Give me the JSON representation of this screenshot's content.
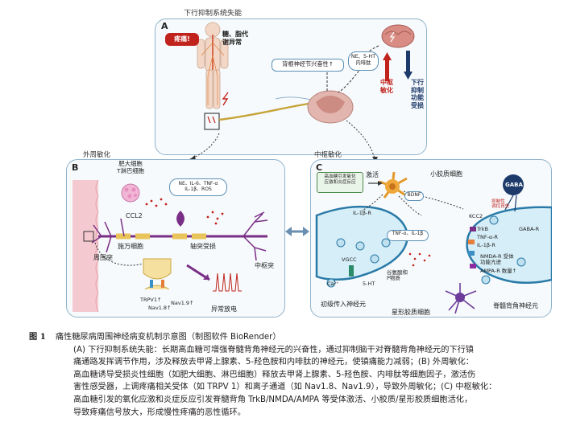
{
  "figure": {
    "top_title": "下行抑制系统失能",
    "panel_a": {
      "letter": "A",
      "pain_badge": "疼痛!",
      "metabolic_box": "糖、脂代\n谢异常",
      "drg_box": "背根神经节兴奋性↑",
      "ne_box": "NE、5-HT\n内啡肽",
      "central_sens_label": "中枢\n敏化",
      "descending_label": "下行\n抑制\n功能\n受损"
    },
    "section_peripheral": "外周敏化",
    "section_central": "中枢敏化",
    "panel_b": {
      "letter": "B",
      "mast_cell_label": "肥大细胞\nT淋巴细胞",
      "mediator_box": "NE、IL-6、TNF-α\nIL-1β、ROS",
      "ccl2_label": "CCL2",
      "schwann_label": "施万细胞",
      "periph_process_label": "周围突",
      "axon_damage_label": "轴突受损",
      "central_process_label": "中枢突",
      "trpv1_label": "TRPV1↑",
      "nav18_label": "Nav1.8↑",
      "nav19_label": "Nav1.9↑",
      "abnormal_discharge_label": "异常放电"
    },
    "panel_c": {
      "letter": "C",
      "stimulus_box": "高血糖引发氧化\n应激和炎症反应",
      "activation_label": "激活",
      "microglia_label": "小胶质细胞",
      "gaba_label": "GABA",
      "bdnf_label": "BDNF",
      "il1r_label": "IL-1β-R",
      "cytokine_label": "TNF-α、IL-1β",
      "kcc2_label": "KCC2",
      "trkb_label": "TrkB",
      "tnfr_label": "TNF-α-R",
      "il1r2_label": "IL-1β-R",
      "inhib_note": "抑制性\n调控丧失",
      "gaba_r_label": "GABA-R",
      "nmda_label": "NMDA-R 受体\n功能亢进",
      "ampa_label": "AMPA-R 数量↑",
      "vgcc_label": "VGCC",
      "release_label": "谷氨酸和\nP物质",
      "ht_label": "5-HT",
      "ca_label": "Ca²⁺",
      "primary_neuron_label": "初级传入神经元",
      "astrocyte_label": "星形胶质细胞",
      "dorsal_horn_label": "脊髓背角神经元"
    }
  },
  "caption": {
    "fig_number": "图 1",
    "title": "痛性糖尿病周围神经病变机制示意图（制图软件 BioRender）",
    "lines": [
      "(A) 下行抑制系统失能：长期高血糖可增强脊髓背角神经元的兴奋性，通过抑制脑干对脊髓背角神经元的下行镇",
      "痛通路发挥调节作用，涉及释放去甲肾上腺素、5-羟色胺和内啡肽的神经元，使镇痛能力减弱；(B) 外周敏化：",
      "高血糖诱导受损炎性细胞（如肥大细胞、淋巴细胞）释放去甲肾上腺素、5-羟色胺、内啡肽等细胞因子，激活伤",
      "害性感受器，上调疼痛相关受体（如 TRPV 1）和离子通道（如 Nav1.8、Nav1.9），导致外周敏化；(C) 中枢敏化：",
      "高血糖引发的氧化应激和炎症反应引发脊髓背角 TrkB/NMDA/AMPA 等受体激活、小胶质/星形胶质细胞活化，",
      "导致疼痛信号放大，形成慢性疼痛的恶性循环。"
    ]
  },
  "colors": {
    "panel_border": "#8fb3cc",
    "red_accent": "#c0221c",
    "navy_accent": "#1d3a6b",
    "nerve_purple": "#7a2f86",
    "spinal_pink": "#e2b6ae"
  }
}
